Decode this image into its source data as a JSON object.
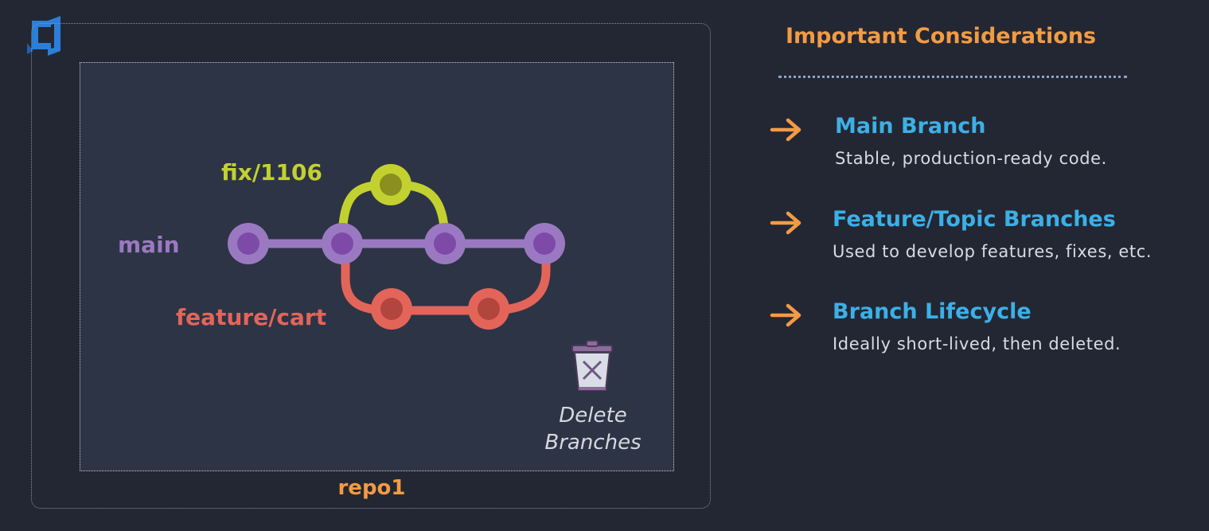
{
  "diagram": {
    "repo_label": "repo1",
    "branches": {
      "fix": {
        "label": "fix/1106",
        "color": "#c3d130"
      },
      "main": {
        "label": "main",
        "color": "#9b79c2"
      },
      "feature": {
        "label": "feature/cart",
        "color": "#e3655a"
      }
    },
    "delete_label_line1": "Delete",
    "delete_label_line2": "Branches",
    "colors": {
      "background": "#232733",
      "repo_panel": "#2d3445",
      "accent_orange": "#f29b45",
      "title_blue": "#3cb0e6"
    }
  },
  "panel": {
    "title": "Important Considerations",
    "items": [
      {
        "icon": "arrow-right-icon",
        "title": "Main Branch",
        "description": "Stable, production-ready code."
      },
      {
        "icon": "arrow-right-icon",
        "title": "Feature/Topic Branches",
        "description": "Used to develop features, fixes, etc."
      },
      {
        "icon": "arrow-right-icon",
        "title": "Branch Lifecycle",
        "description": "Ideally short-lived, then deleted."
      }
    ]
  }
}
